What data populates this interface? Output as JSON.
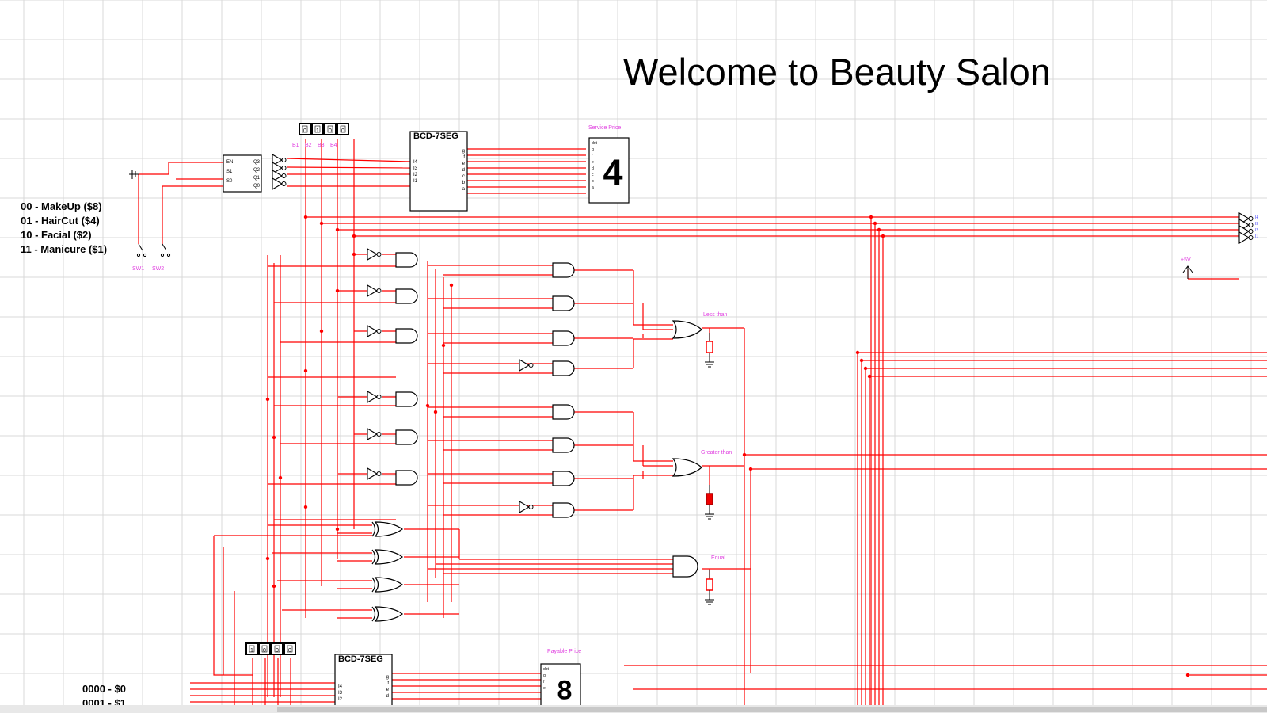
{
  "title": "Welcome to Beauty Salon",
  "legend_services": [
    "00 - MakeUp ($8)",
    "01 - HairCut ($4)",
    "10 - Facial ($2)",
    "11 - Manicure ($1)"
  ],
  "legend_prices": [
    "0000 - $0",
    "0001 - $1"
  ],
  "switch_labels": [
    "SW1",
    "SW2"
  ],
  "probe_top": {
    "digits": [
      "0",
      "1",
      "0",
      "0"
    ],
    "labels": [
      "B1",
      "B2",
      "B3",
      "B4"
    ]
  },
  "probe_bottom": {
    "digits": [
      "1",
      "0",
      "0",
      "0"
    ]
  },
  "chip_top": {
    "name": "BCD-7SEG",
    "inputs": [
      "I4",
      "I3",
      "I2",
      "I1"
    ],
    "outputs": [
      "g",
      "f",
      "e",
      "d",
      "c",
      "b",
      "a"
    ]
  },
  "chip_bottom": {
    "name": "BCD-7SEG",
    "inputs": [
      "I4",
      "I3",
      "I2"
    ],
    "outputs": [
      "g",
      "f",
      "e",
      "d"
    ]
  },
  "decoder_pins": {
    "left": [
      "EN",
      "S1",
      "S0"
    ],
    "right": [
      "Q3",
      "Q2",
      "Q1",
      "Q0"
    ]
  },
  "display_top": {
    "label": "Service Price",
    "digit": "4",
    "pins": [
      "dot",
      "g",
      "f",
      "e",
      "d",
      "c",
      "b",
      "a"
    ]
  },
  "display_bottom": {
    "label": "Payable Price",
    "digit": "8",
    "pins": [
      "dot",
      "g",
      "f",
      "e"
    ]
  },
  "comparator_labels": [
    "Less than",
    "Greater than",
    "Equal"
  ],
  "supply_label": "+5V",
  "right_edge_labels": [
    "I4",
    "I3",
    "I2",
    "I1"
  ],
  "colors": {
    "wire": "#ff0000",
    "grid": "#d9d9d9",
    "gate": "#000000",
    "label": "#e040e0",
    "led_on": "#ee0000"
  }
}
